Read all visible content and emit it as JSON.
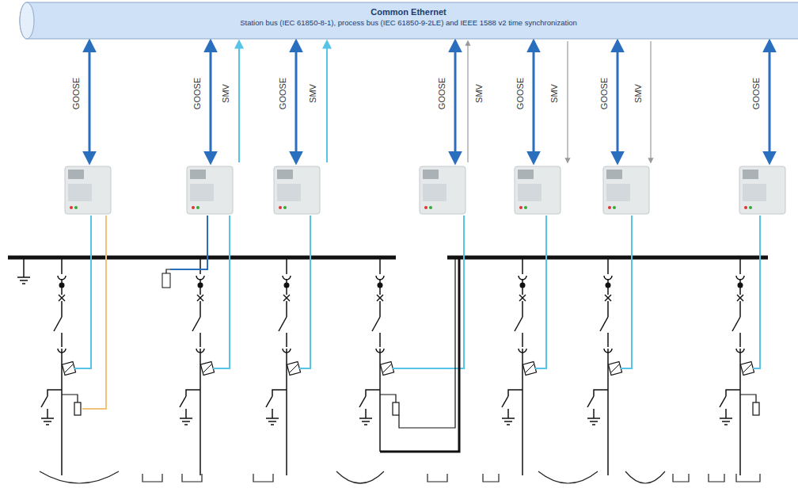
{
  "diagram": {
    "nodes": [
      {
        "text": [
          "Common Ethernet",
          "Station bus (IEC 61850-8-1), process bus (IEC 61850-9-2LE) and IEEE 1588 v2 time synchronization"
        ]
      }
    ],
    "labels": [
      "GOOSE",
      "GOOSE",
      "SMV",
      "GOOSE",
      "SMV",
      "GOOSE",
      "SMV",
      "GOOSE",
      "SMV",
      "GOOSE",
      "SMV",
      "GOOSE"
    ]
  }
}
